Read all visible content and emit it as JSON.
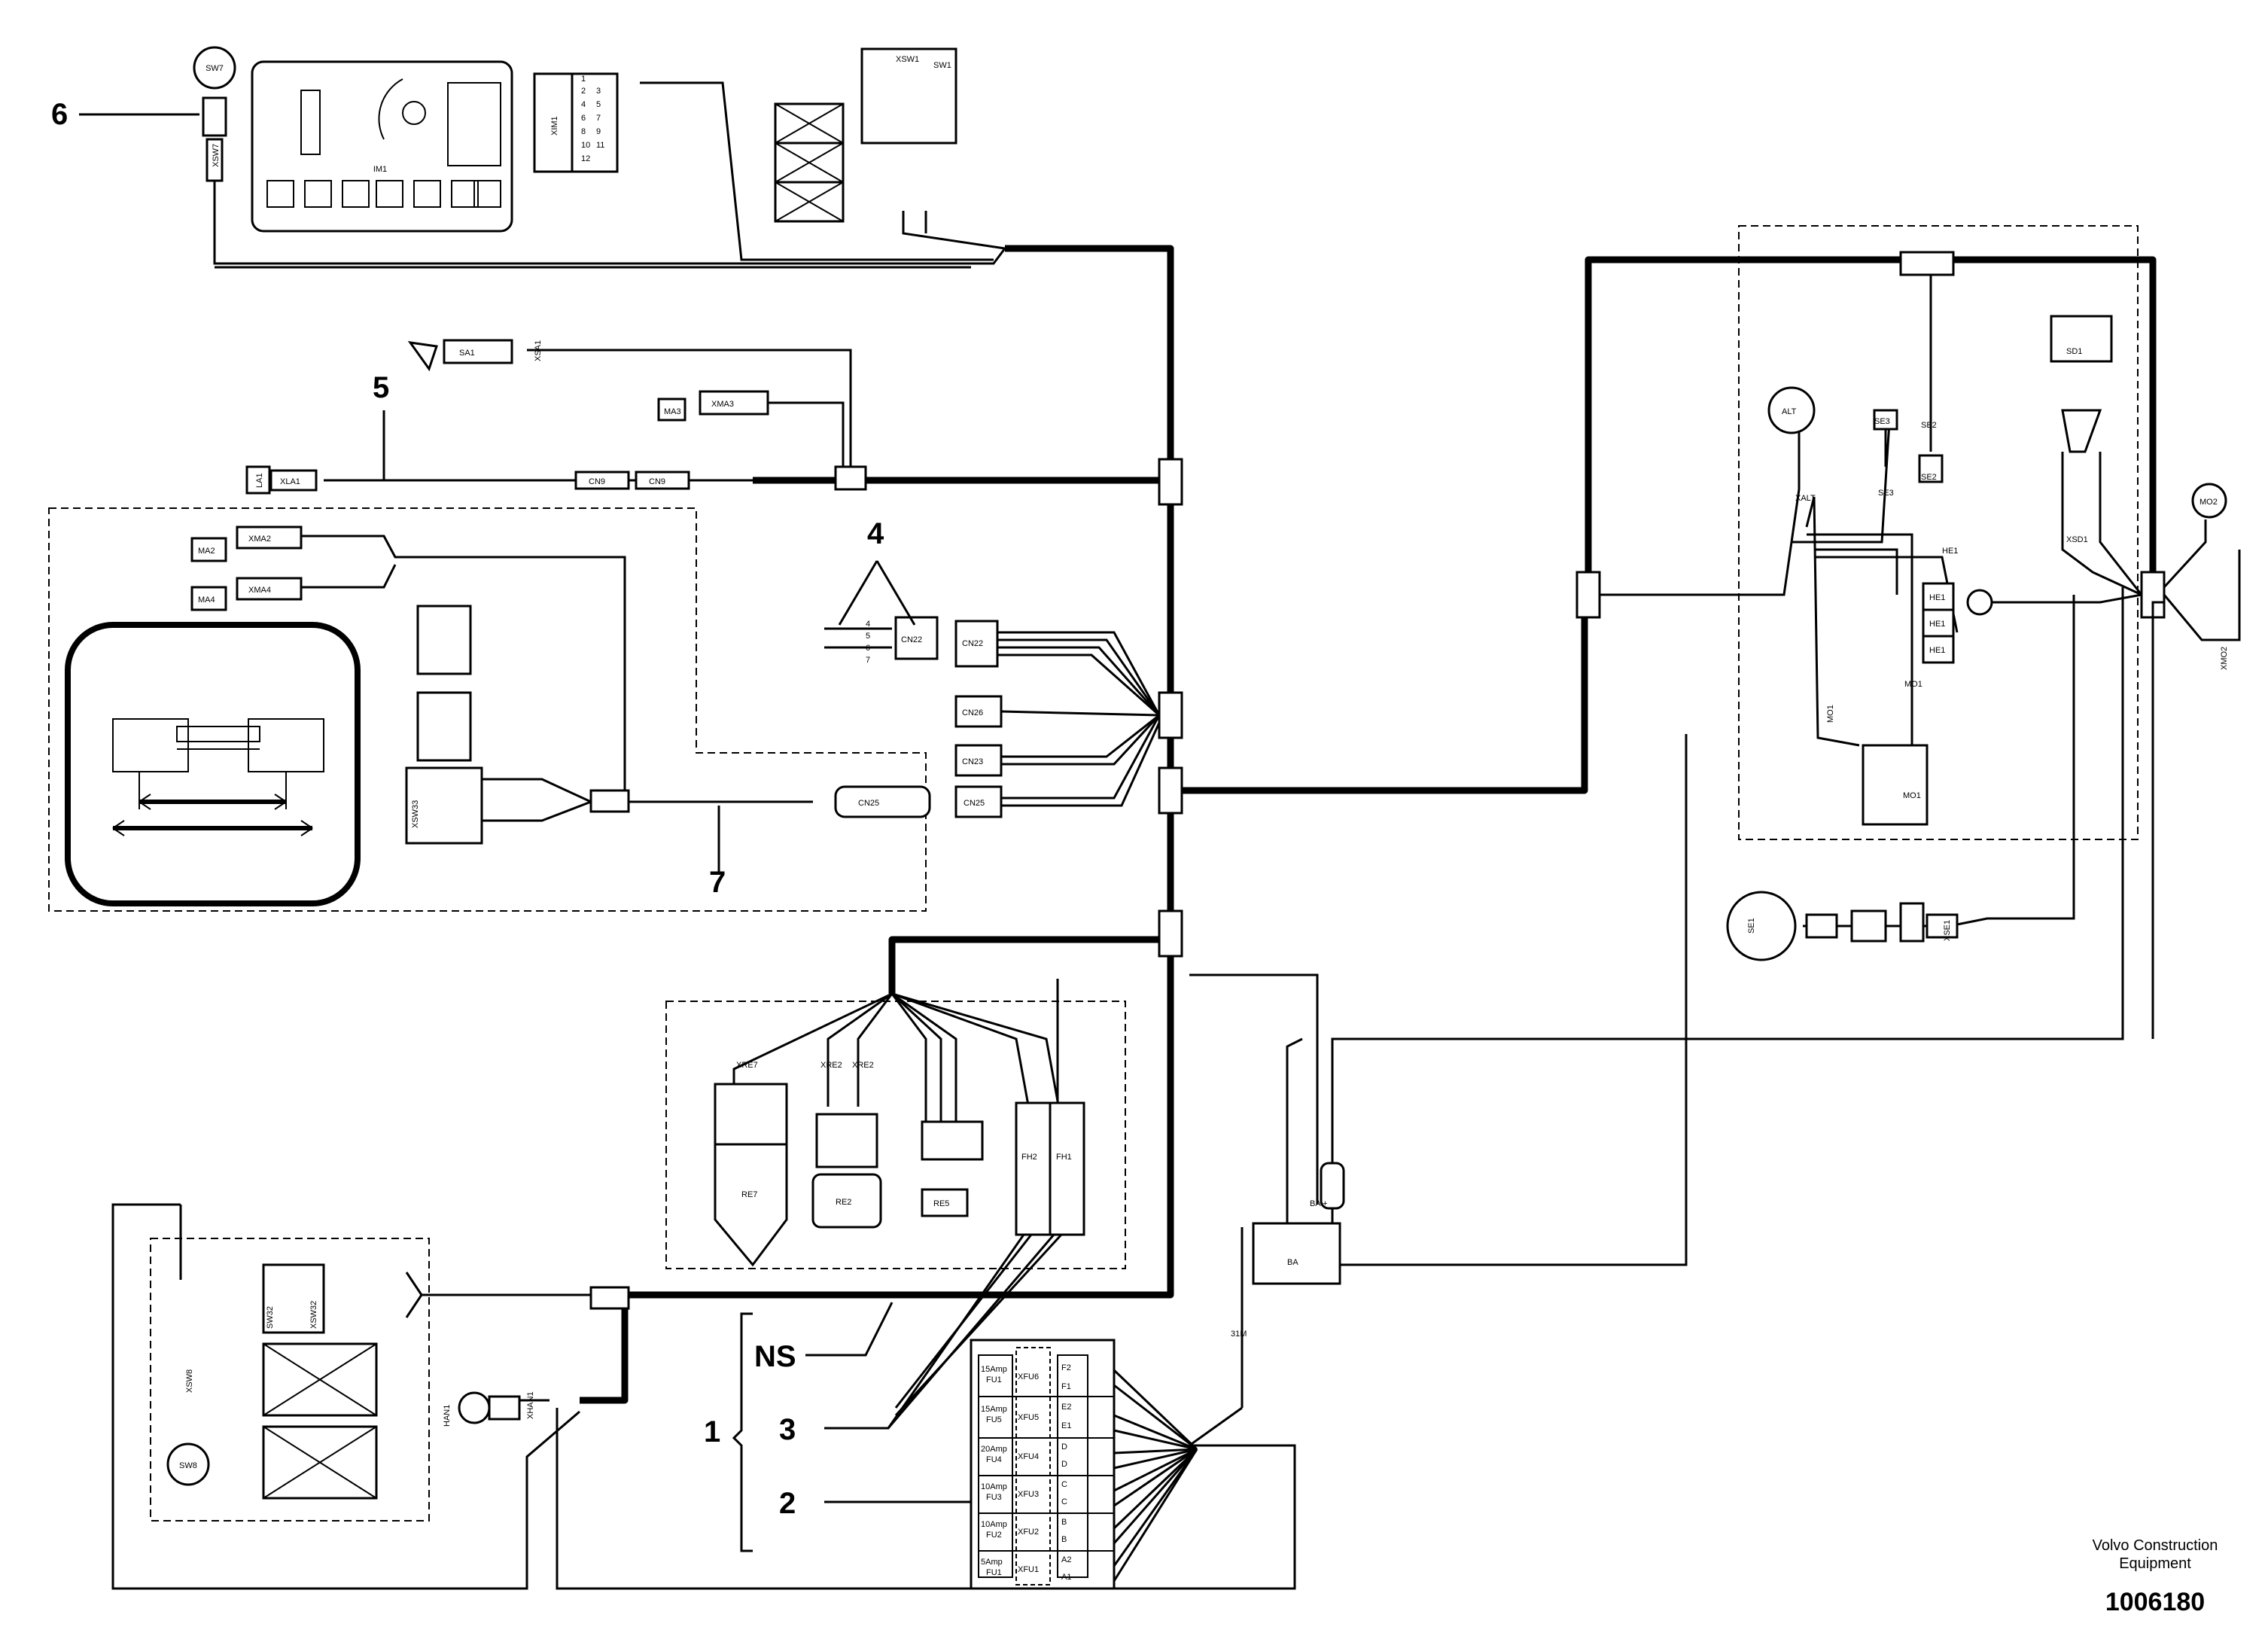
{
  "callouts": {
    "c1": "1",
    "c2": "2",
    "c3": "3",
    "c4": "4",
    "c5": "5",
    "c6": "6",
    "c7": "7",
    "ns": "NS"
  },
  "components": {
    "sw7": "SW7",
    "xsw7": "XSW7",
    "im1": "IM1",
    "xim1": "XIM1",
    "xsw1": "XSW1",
    "sw1": "SW1",
    "sa1": "SA1",
    "xsa1": "XSA1",
    "ma3": "MA3",
    "xma3": "XMA3",
    "la1": "LA1",
    "xla1": "XLA1",
    "cn9a": "CN9",
    "cn9b": "CN9",
    "ma2": "MA2",
    "xma2": "XMA2",
    "ma4": "MA4",
    "xma4": "XMA4",
    "xcn22": "CN22",
    "cn22": "CN22",
    "cn26": "CN26",
    "cn23": "CN23",
    "cn25": "CN25",
    "xsw33": "XSW33",
    "cn25b": "CN25",
    "alt": "ALT",
    "xalt": "XALT",
    "se3": "SE3",
    "xse3": "SE3",
    "se2": "SE2",
    "xse2": "SE2",
    "sd1": "SD1",
    "xsd1": "XSD1",
    "mo2": "MO2",
    "xmo2": "XMO2",
    "he1a": "HE1",
    "he1b": "HE1",
    "he1c": "HE1",
    "he1d": "HE1",
    "mo1": "MO1",
    "xmo1": "MO1",
    "mo1b": "MO1",
    "se1": "SE1",
    "xse1": "XSE1",
    "xre7": "XRE7",
    "re7": "RE7",
    "xre2": "XRE2",
    "xre2b": "XRE2",
    "re2": "RE2",
    "re5": "RE5",
    "fh2": "FH2",
    "fh1": "FH1",
    "ba": "BA",
    "baplus": "BA +",
    "m31": "31M",
    "sw8": "SW8",
    "xsw8": "XSW8",
    "xsw32": "XSW32",
    "sw32": "SW32",
    "hand": "HAN1",
    "xhand": "XHAN1"
  },
  "connector_pins": {
    "xim1": [
      "1",
      "2",
      "3",
      "4",
      "5",
      "6",
      "7",
      "8",
      "9",
      "10",
      "11",
      "12"
    ],
    "cn22": [
      "4",
      "5",
      "6",
      "7"
    ]
  },
  "fuses": [
    {
      "rating": "15Amp",
      "id": "FU1",
      "conn": "XFU6",
      "pins": [
        "F2",
        "F1"
      ]
    },
    {
      "rating": "15Amp",
      "id": "FU5",
      "conn": "XFU5",
      "pins": [
        "E2",
        "E1"
      ]
    },
    {
      "rating": "20Amp",
      "id": "FU4",
      "conn": "XFU4",
      "pins": [
        "D",
        "D"
      ]
    },
    {
      "rating": "10Amp",
      "id": "FU3",
      "conn": "XFU3",
      "pins": [
        "C",
        "C"
      ]
    },
    {
      "rating": "10Amp",
      "id": "FU2",
      "conn": "XFU2",
      "pins": [
        "B",
        "B"
      ]
    },
    {
      "rating": "5Amp",
      "id": "FU1",
      "conn": "XFU1",
      "pins": [
        "A2",
        "A1"
      ]
    }
  ],
  "footer": {
    "brand": "Volvo Construction Equipment",
    "doc_number": "1006180"
  }
}
